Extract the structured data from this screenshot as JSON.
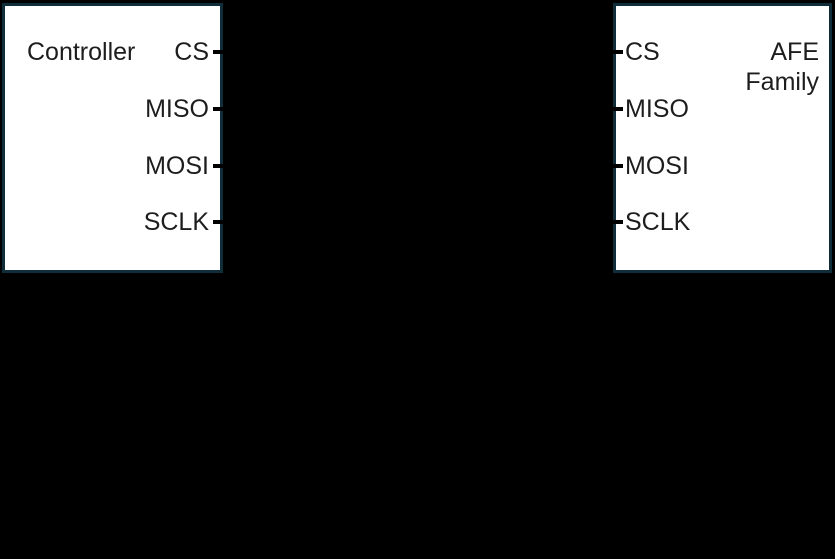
{
  "diagram": {
    "background_color": "#000000",
    "block_fill_color": "#ffffff",
    "block_border_color": "#0f2e3a",
    "text_color": "#1d1d1d",
    "wire_color": "#000000",
    "controller": {
      "title": "Controller",
      "pins": [
        "CS",
        "MISO",
        "MOSI",
        "SCLK"
      ]
    },
    "afe": {
      "title": "AFE Family",
      "title_line1": "AFE",
      "title_line2": "Family",
      "pins": [
        "CS",
        "MISO",
        "MOSI",
        "SCLK"
      ]
    },
    "connections": [
      {
        "from": "Controller.CS",
        "to": "AFE Family.CS"
      },
      {
        "from": "Controller.MISO",
        "to": "AFE Family.MISO"
      },
      {
        "from": "Controller.MOSI",
        "to": "AFE Family.MOSI"
      },
      {
        "from": "Controller.SCLK",
        "to": "AFE Family.SCLK"
      }
    ]
  }
}
